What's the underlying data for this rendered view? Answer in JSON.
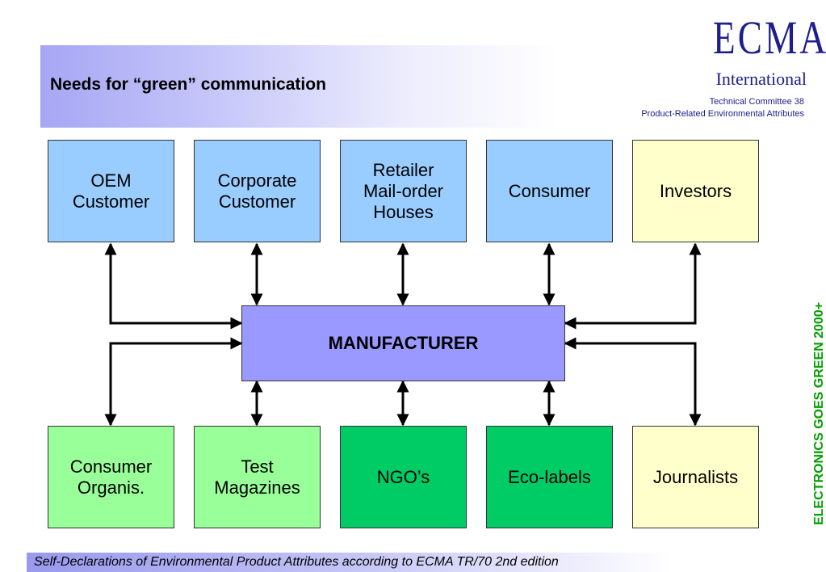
{
  "title": "Needs for “green” communication",
  "logo": {
    "name": "ECMA",
    "sub": "International",
    "committee": "Technical Committee 38",
    "committee_topic": "Product-Related Environmental Attributes"
  },
  "side_text": "ELECTRONICS GOES GREEN 2000+",
  "footer": "Self-Declarations of Environmental Product Attributes according to ECMA TR/70 2nd edition",
  "center": {
    "label": "MANUFACTURER",
    "color": "#9999ff"
  },
  "top_boxes": [
    {
      "label": "OEM\nCustomer",
      "color": "#99ccff"
    },
    {
      "label": "Corporate\nCustomer",
      "color": "#99ccff"
    },
    {
      "label": "Retailer\nMail-order\nHouses",
      "color": "#99ccff"
    },
    {
      "label": "Consumer",
      "color": "#99ccff"
    },
    {
      "label": "Investors",
      "color": "#ffffcc"
    }
  ],
  "bottom_boxes": [
    {
      "label": "Consumer\nOrganis.",
      "color": "#99ff99"
    },
    {
      "label": "Test\nMagazines",
      "color": "#99ff99"
    },
    {
      "label": "NGO’s",
      "color": "#00cc66"
    },
    {
      "label": "Eco-labels",
      "color": "#00cc66"
    },
    {
      "label": "Journalists",
      "color": "#ffffcc"
    }
  ]
}
